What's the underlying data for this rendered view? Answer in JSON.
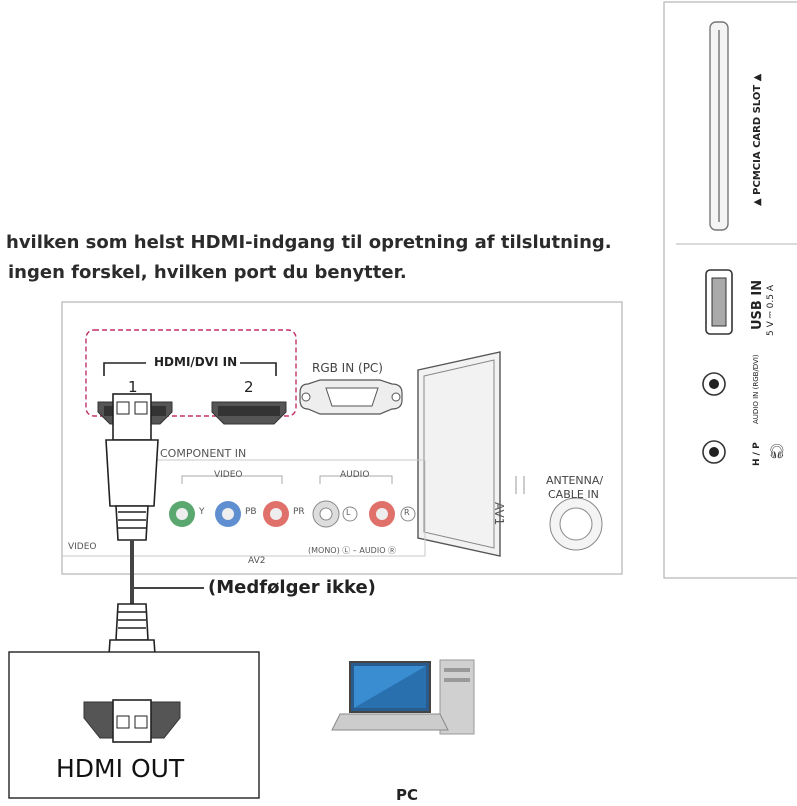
{
  "instructions": {
    "line1": "hvilken som helst HDMI-indgang til opretning af tilslutning.",
    "line2": "ingen forskel, hvilken port du benytter."
  },
  "tv_panel": {
    "hdmi_group_label": "HDMI/DVI IN",
    "hdmi_port_1": "1",
    "hdmi_port_2": "2",
    "rgb_label": "RGB IN (PC)",
    "component_label": "COMPONENT IN",
    "video_group_label": "VIDEO",
    "audio_group_label": "AUDIO",
    "y_label": "Y",
    "pb_label": "PB",
    "pr_label": "PR",
    "l_label": "L",
    "r_label": "R",
    "video_bottom_label": "VIDEO",
    "mono_audio_label": "(MONO) Ⓛ – AUDIO Ⓡ",
    "av2_label": "AV2",
    "av1_label": "AV1",
    "antenna_label_1": "ANTENNA/",
    "antenna_label_2": "CABLE IN"
  },
  "side_panel": {
    "pcmcia_label": "▲ PCMCIA CARD SLOT ▲",
    "usb_label": "USB IN",
    "usb_spec": "5 V ⎓ 0.5 A",
    "audio_in_label": "AUDIO IN (RGB/DVI)",
    "hp_label": "H / P"
  },
  "cable_note": "(Medfølger ikke)",
  "source_device": {
    "port_label": "HDMI OUT"
  },
  "pc_label": "PC",
  "colors": {
    "panel_stroke": "#b5b5b5",
    "hdmi_highlight": "#c0306a",
    "green_jack": "#5aa870",
    "blue_jack": "#5f8fd0",
    "red_jack": "#e0706a"
  }
}
